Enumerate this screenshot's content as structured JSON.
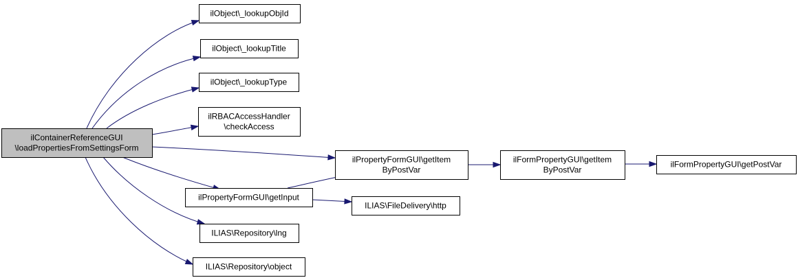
{
  "colors": {
    "edge": "#191970",
    "root_fill": "#bfbfbf",
    "node_fill": "#ffffff",
    "border": "#000000"
  },
  "nodes": [
    {
      "id": "root",
      "lines": [
        "ilContainerReferenceGUI",
        "\\loadPropertiesFromSettingsForm"
      ],
      "highlight": true
    },
    {
      "id": "n1",
      "lines": [
        "ilObject\\_lookupObjId"
      ]
    },
    {
      "id": "n2",
      "lines": [
        "ilObject\\_lookupTitle"
      ]
    },
    {
      "id": "n3",
      "lines": [
        "ilObject\\_lookupType"
      ]
    },
    {
      "id": "n4",
      "lines": [
        "ilRBACAccessHandler",
        "\\checkAccess"
      ]
    },
    {
      "id": "n5",
      "lines": [
        "ilPropertyFormGUI\\getItem",
        "ByPostVar"
      ]
    },
    {
      "id": "n6",
      "lines": [
        "ilPropertyFormGUI\\getInput"
      ]
    },
    {
      "id": "n7",
      "lines": [
        "ILIAS\\Repository\\lng"
      ]
    },
    {
      "id": "n8",
      "lines": [
        "ILIAS\\Repository\\object"
      ]
    },
    {
      "id": "n9",
      "lines": [
        "ilFormPropertyGUI\\getItem",
        "ByPostVar"
      ]
    },
    {
      "id": "n10",
      "lines": [
        "ILIAS\\FileDelivery\\http"
      ]
    },
    {
      "id": "n11",
      "lines": [
        "ilFormPropertyGUI\\getPostVar"
      ]
    }
  ],
  "edges": [
    {
      "from": "root",
      "to": "n1"
    },
    {
      "from": "root",
      "to": "n2"
    },
    {
      "from": "root",
      "to": "n3"
    },
    {
      "from": "root",
      "to": "n4"
    },
    {
      "from": "root",
      "to": "n5"
    },
    {
      "from": "root",
      "to": "n6"
    },
    {
      "from": "root",
      "to": "n7"
    },
    {
      "from": "root",
      "to": "n8"
    },
    {
      "from": "n5",
      "to": "n9"
    },
    {
      "from": "n6",
      "to": "n5"
    },
    {
      "from": "n6",
      "to": "n10"
    },
    {
      "from": "n9",
      "to": "n11"
    }
  ]
}
